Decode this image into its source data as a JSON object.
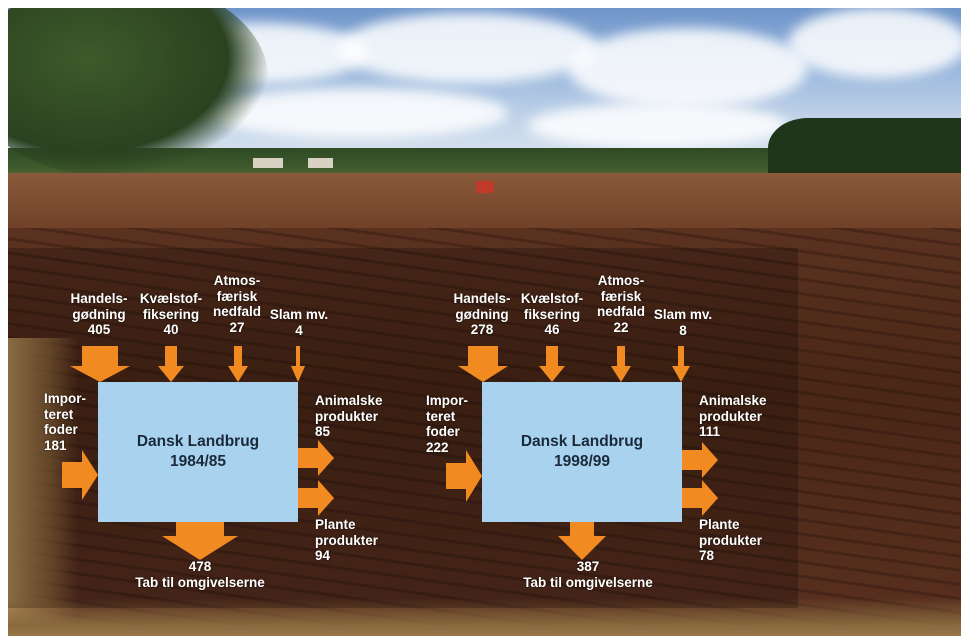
{
  "diagrams": [
    {
      "title": "Dansk Landbrug",
      "period": "1984/85",
      "inputs_top": [
        {
          "label_lines": [
            "Handels-",
            "gødning"
          ],
          "value": "405"
        },
        {
          "label_lines": [
            "Kvælstof-",
            "fiksering"
          ],
          "value": "40"
        },
        {
          "label_lines": [
            "Atmos-",
            "færisk",
            "nedfald"
          ],
          "value": "27"
        },
        {
          "label_lines": [
            "Slam mv."
          ],
          "value": "4"
        }
      ],
      "input_left": {
        "label_lines": [
          "Impor-",
          "teret",
          "foder"
        ],
        "value": "181"
      },
      "outputs_right": [
        {
          "label_lines": [
            "Animalske",
            "produkter"
          ],
          "value": "85"
        },
        {
          "label_lines": [
            "Plante",
            "produkter"
          ],
          "value": "94"
        }
      ],
      "output_bottom": {
        "value": "478",
        "label": "Tab til omgivelserne"
      }
    },
    {
      "title": "Dansk Landbrug",
      "period": "1998/99",
      "inputs_top": [
        {
          "label_lines": [
            "Handels-",
            "gødning"
          ],
          "value": "278"
        },
        {
          "label_lines": [
            "Kvælstof-",
            "fiksering"
          ],
          "value": "46"
        },
        {
          "label_lines": [
            "Atmos-",
            "færisk",
            "nedfald"
          ],
          "value": "22"
        },
        {
          "label_lines": [
            "Slam mv."
          ],
          "value": "8"
        }
      ],
      "input_left": {
        "label_lines": [
          "Impor-",
          "teret",
          "foder"
        ],
        "value": "222"
      },
      "outputs_right": [
        {
          "label_lines": [
            "Animalske",
            "produkter"
          ],
          "value": "111"
        },
        {
          "label_lines": [
            "Plante",
            "produkter"
          ],
          "value": "78"
        }
      ],
      "output_bottom": {
        "value": "387",
        "label": "Tab til omgivelserne"
      }
    }
  ],
  "colors": {
    "arrow": "#f28a22",
    "box": "#a9d2ef",
    "text": "#ffffff",
    "box_text": "#1a2a3a"
  },
  "background": "photo of ploughed field with tractor, trees and cloudy sky"
}
